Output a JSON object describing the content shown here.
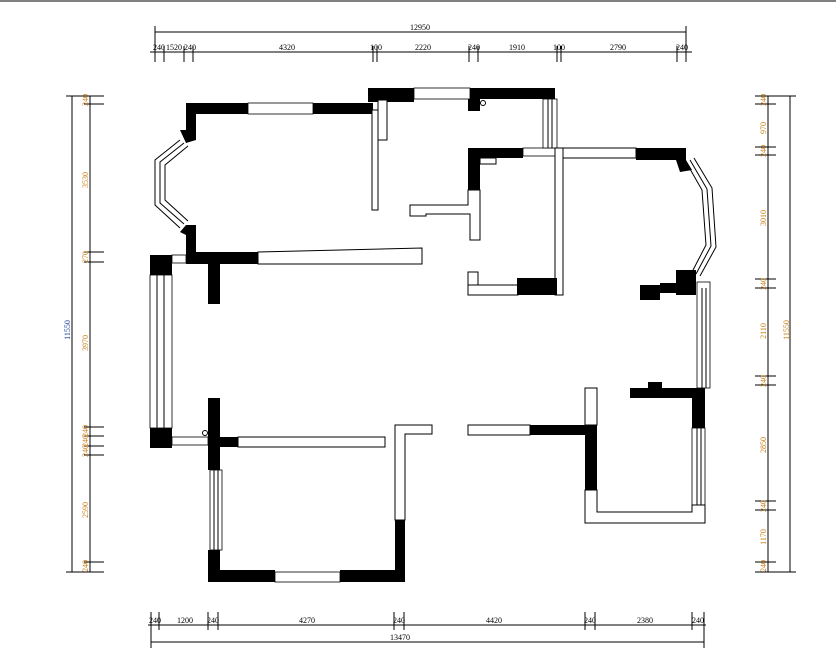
{
  "colors": {
    "wall": "#000000",
    "dim_blue": "#1a3fa0",
    "dim_orange": "#c87a10"
  },
  "dimensions": {
    "top_total": "12950",
    "top": [
      "240",
      "1520",
      "240",
      "4320",
      "100",
      "2220",
      "240",
      "1910",
      "100",
      "2790",
      "240"
    ],
    "bottom_total": "13470",
    "bottom": [
      "240",
      "1200",
      "240",
      "4270",
      "240",
      "4420",
      "240",
      "2380",
      "240"
    ],
    "left_total": "11550",
    "left": [
      "240",
      "3530",
      "270",
      "3970",
      "240",
      "240",
      "240",
      "2590",
      "240"
    ],
    "right_total": "11550",
    "right": [
      "240",
      "970",
      "240",
      "3010",
      "240",
      "2110",
      "240",
      "2850",
      "240",
      "1170",
      "240"
    ]
  }
}
